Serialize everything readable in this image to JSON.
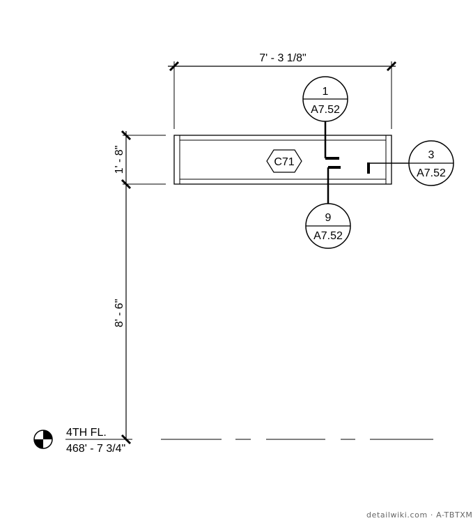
{
  "dimensions": {
    "width": "7' - 3 1/8\"",
    "height_top": "1' - 8\"",
    "height_main": "8' - 6\""
  },
  "element_tag": "C71",
  "callouts": [
    {
      "number": "1",
      "sheet": "A7.52"
    },
    {
      "number": "3",
      "sheet": "A7.52"
    },
    {
      "number": "9",
      "sheet": "A7.52"
    }
  ],
  "level": {
    "name": "4TH FL.",
    "elevation": "468' - 7 3/4\""
  },
  "watermark": "detailwiki.com · A-TBTXM"
}
